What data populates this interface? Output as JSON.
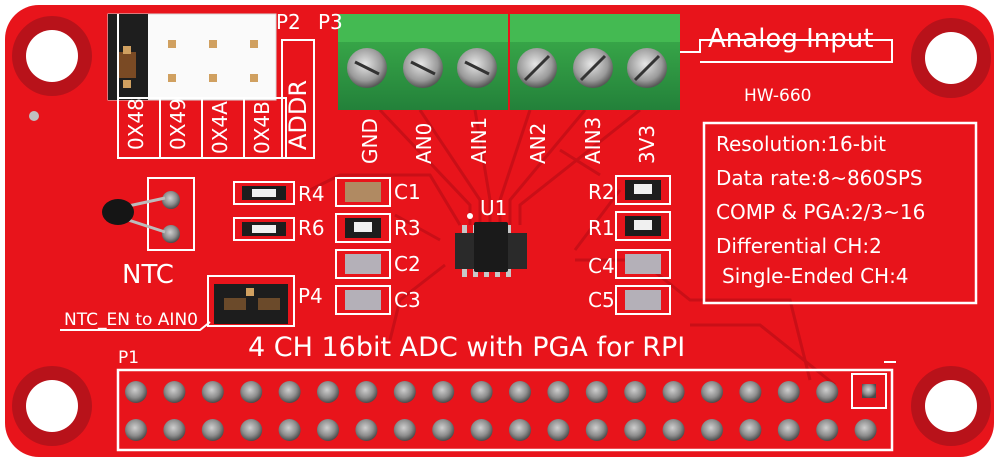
{
  "board": {
    "title": "4 CH 16bit ADC with PGA for RPI",
    "model": "HW-660",
    "analog_input_label": "Analog Input",
    "colors": {
      "pcb": "#e8141b",
      "silk": "#ffffff",
      "terminal": "#2f9a3c",
      "header": "#f2f2f2"
    }
  },
  "addr": {
    "label": "ADDR",
    "options": [
      "0X48",
      "0X49",
      "0X4A",
      "0X4B"
    ],
    "jumpers": [
      "P2",
      "P3"
    ]
  },
  "terminals": {
    "labels": [
      "GND",
      "AN0",
      "AIN1",
      "AN2",
      "AIN3",
      "3V3"
    ]
  },
  "chip": {
    "label": "U1"
  },
  "components": {
    "left_resistors": [
      "R4",
      "R6"
    ],
    "left_caps": [
      "C1",
      "R3",
      "C2",
      "C3"
    ],
    "right_top": [
      "R2",
      "R1"
    ],
    "right_caps": [
      "C4",
      "C5"
    ]
  },
  "ntc": {
    "label": "NTC",
    "jumper": "P4",
    "enable_label": "NTC_EN to AIN0"
  },
  "specs": {
    "lines": [
      "Resolution:16-bit",
      "Data rate:8~860SPS",
      "COMP & PGA:2/3~16",
      "Differential CH:2",
      "Single-Ended CH:4"
    ]
  },
  "gpio": {
    "label": "P1",
    "pin1_marker": "1"
  }
}
